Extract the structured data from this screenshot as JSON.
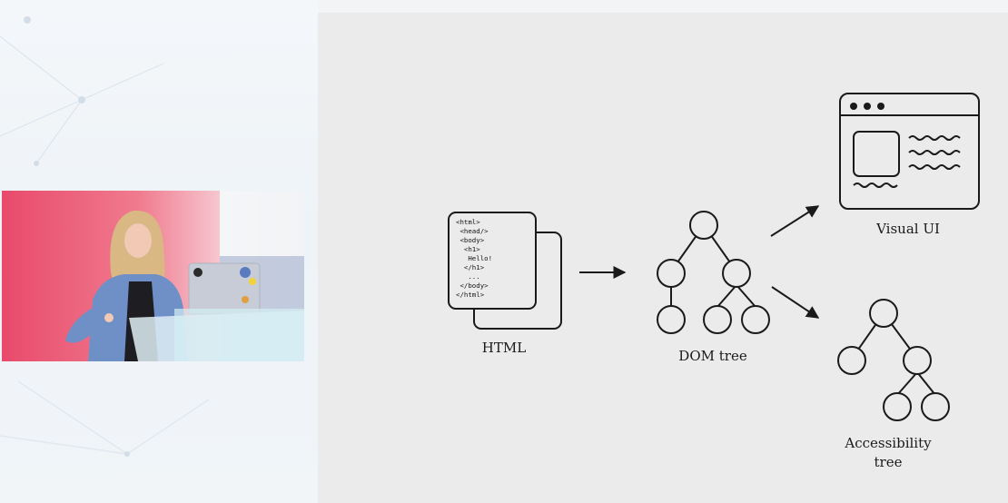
{
  "slide": {
    "code_lines": [
      "<html>",
      " <head/>",
      " <body>",
      "  <h1>",
      "   Hello!",
      "  </h1>",
      "   ...",
      " </body>",
      "</html>"
    ],
    "labels": {
      "html": "HTML",
      "dom": "DOM tree",
      "visual": "Visual UI",
      "accessibility_line1": "Accessibility",
      "accessibility_line2": "tree"
    }
  },
  "colors": {
    "slide_background": "#ebebeb",
    "ink": "#1a1a1a",
    "page_background": "#f2f4f6",
    "camera_backdrop": "#e84a6b"
  },
  "camera": {
    "laptop_logo": "apple-logo",
    "scene": "speaker-at-lectern"
  }
}
